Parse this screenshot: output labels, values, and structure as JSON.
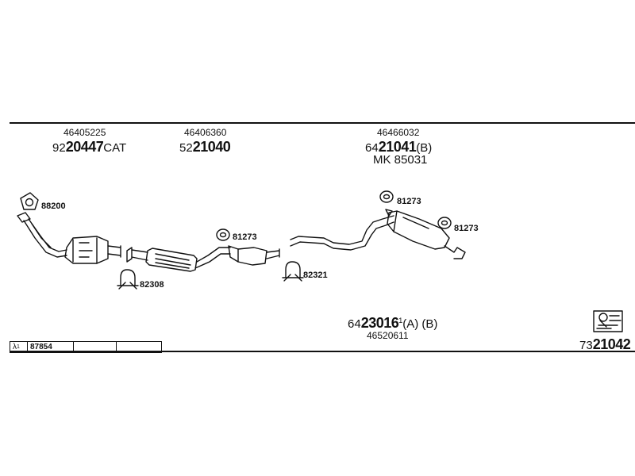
{
  "sections": [
    {
      "oe": "46405225",
      "prefix": "92",
      "bold": "20447",
      "suffix": "CAT"
    },
    {
      "oe": "46406360",
      "prefix": "52",
      "bold": "21040",
      "suffix": ""
    },
    {
      "oe": "46466032",
      "prefix": "64",
      "bold": "21041",
      "suffix": "(B)",
      "extra": "MK  85031"
    }
  ],
  "bottom_part": {
    "prefix": "64",
    "bold": "23016",
    "suffix": "(A) (B)",
    "mark": "1",
    "oe": "46520611"
  },
  "accessories": [
    {
      "code": "88200",
      "icon": "gasket-icon"
    },
    {
      "code": "82308",
      "icon": "clamp-icon"
    },
    {
      "code": "81273",
      "icon": "rubber-hanger-icon"
    },
    {
      "code": "82321",
      "icon": "clamp-icon"
    },
    {
      "code": "81273",
      "icon": "rubber-hanger-icon"
    },
    {
      "code": "81273",
      "icon": "rubber-hanger-icon"
    }
  ],
  "lambda": {
    "symbol": "λ",
    "mark": "1",
    "code": "87854"
  },
  "kit": {
    "prefix": "73",
    "bold": "21042",
    "icon": "kit-box-icon"
  }
}
